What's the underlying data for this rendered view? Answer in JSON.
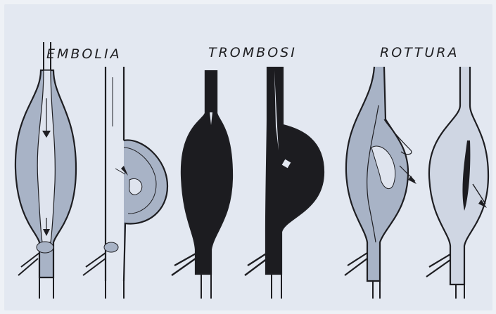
{
  "diagram": {
    "labels": {
      "embolia": "EMBOLIA",
      "trombosi": "TROMBOSI",
      "rottura": "ROTTURA"
    },
    "colors": {
      "background": "#e3e8f1",
      "vessel_fill": "#cfd6e3",
      "aneurysm_fill": "#a8b3c6",
      "thrombus_fill": "#1c1c20",
      "outline": "#1e1e22"
    }
  }
}
